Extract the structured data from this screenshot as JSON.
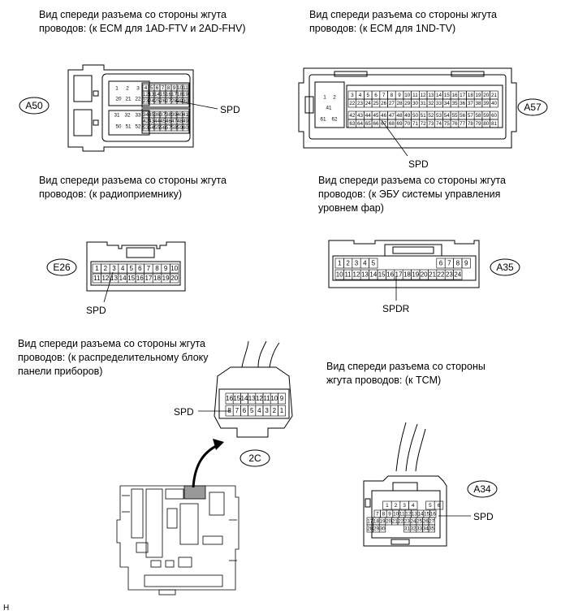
{
  "captions": {
    "a50": "Вид спереди разъема со стороны жгута\nпроводов: (к ECM для 1AD-FTV и 2AD-FHV)",
    "a57": "Вид спереди разъема со стороны жгута\nпроводов: (к ECM для 1ND-TV)",
    "e26": "Вид спереди разъема со стороны жгута\nпроводов: (к радиоприемнику)",
    "a35": "Вид спереди разъема со стороны жгута\nпроводов: (к ЭБУ системы управления\nуровнем фар)",
    "c2": "Вид спереди разъема со стороны жгута\nпроводов: (к распределительному блоку\nпанели приборов)",
    "a34": "Вид спереди разъема со стороны\nжгута проводов: (к TCM)"
  },
  "connectors": {
    "a50": {
      "id": "A50",
      "terminal": "SPD"
    },
    "a57": {
      "id": "A57",
      "terminal": "SPD"
    },
    "e26": {
      "id": "E26",
      "terminal": "SPD"
    },
    "a35": {
      "id": "A35",
      "terminal": "SPDR"
    },
    "c2": {
      "id": "2C",
      "terminal": "SPD"
    },
    "a34": {
      "id": "A34",
      "terminal": "SPD"
    }
  },
  "footer_code": "H"
}
